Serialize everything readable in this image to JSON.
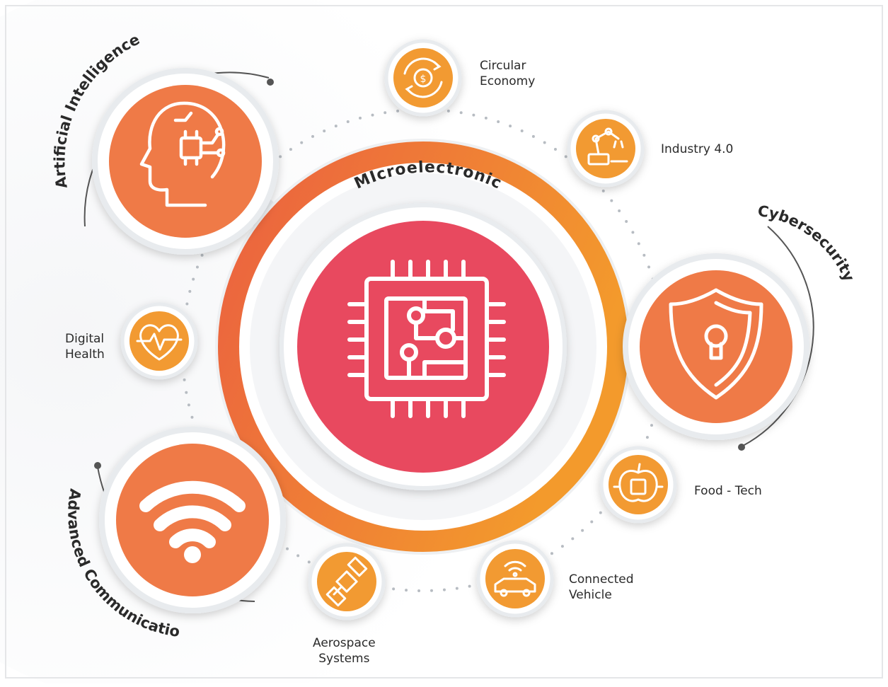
{
  "center": {
    "label": "MIcroelectronic",
    "icon": "chip-icon"
  },
  "major_nodes": [
    {
      "key": "ai",
      "label": "Artificial Intelligence",
      "icon": "ai-head-icon"
    },
    {
      "key": "cyber",
      "label": "Cybersecurity",
      "icon": "shield-lock-icon"
    },
    {
      "key": "comms",
      "label": "Advanced Communications",
      "icon": "wifi-icon"
    }
  ],
  "minor_nodes": [
    {
      "key": "circular",
      "label": "Circular\nEconomy",
      "icon": "circular-economy-icon"
    },
    {
      "key": "industry",
      "label": "Industry 4.0",
      "icon": "robot-arm-icon"
    },
    {
      "key": "health",
      "label": "Digital\nHealth",
      "icon": "heart-pulse-icon"
    },
    {
      "key": "food",
      "label": "Food - Tech",
      "icon": "apple-chip-icon"
    },
    {
      "key": "vehicle",
      "label": "Connected\nVehicle",
      "icon": "connected-car-icon"
    },
    {
      "key": "aero",
      "label": "Aerospace\nSystems",
      "icon": "satellite-icon"
    }
  ],
  "colors": {
    "center_fill": "#e84a5f",
    "node_fill": "#ef7a46",
    "minor_fill": "#f29a30",
    "ring_start": "#eb6040",
    "ring_end": "#f39a2c",
    "node_border": "#e8ebee",
    "text": "#2a2a2a"
  }
}
